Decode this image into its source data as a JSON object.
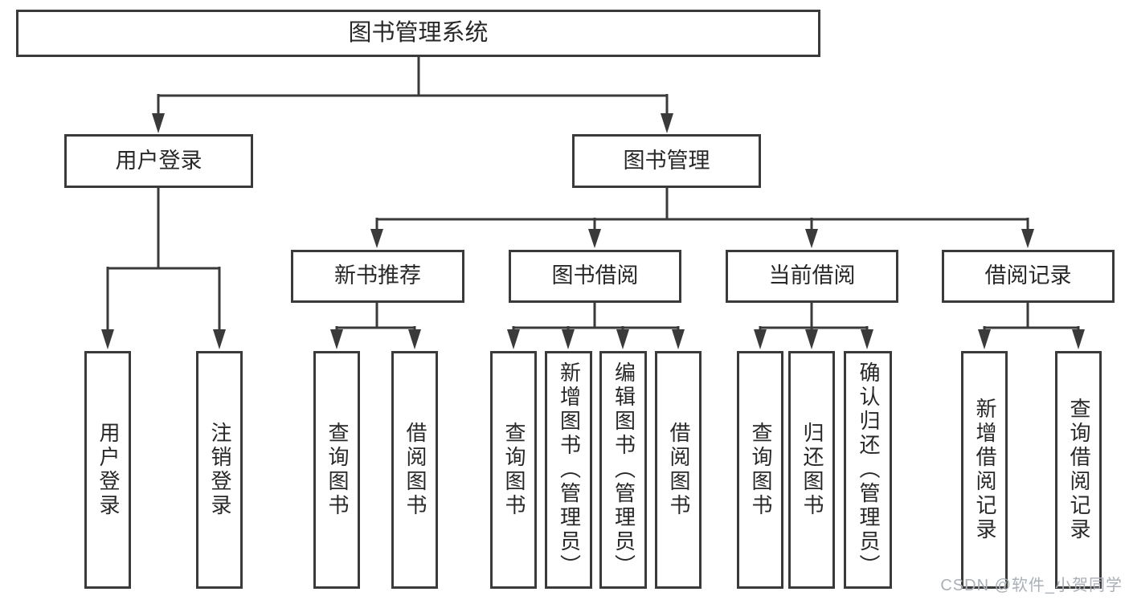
{
  "tree": {
    "label": "图书管理系统",
    "children": [
      {
        "label": "用户登录",
        "children": [
          {
            "label": "用户登录"
          },
          {
            "label": "注销登录"
          }
        ]
      },
      {
        "label": "图书管理",
        "children": [
          {
            "label": "新书推荐",
            "children": [
              {
                "label": "查询图书"
              },
              {
                "label": "借阅图书"
              }
            ]
          },
          {
            "label": "图书借阅",
            "children": [
              {
                "label": "查询图书"
              },
              {
                "label": "新增图书（管理员）"
              },
              {
                "label": "编辑图书（管理员）"
              },
              {
                "label": "借阅图书"
              }
            ]
          },
          {
            "label": "当前借阅",
            "children": [
              {
                "label": "查询图书"
              },
              {
                "label": "归还图书"
              },
              {
                "label": "确认归还（管理员）"
              }
            ]
          },
          {
            "label": "借阅记录",
            "children": [
              {
                "label": "新增借阅记录"
              },
              {
                "label": "查询借阅记录"
              }
            ]
          }
        ]
      }
    ]
  },
  "watermark": "CSDN @软件_小贺同学",
  "colors": {
    "line": "#3a3a3a",
    "text": "#282828",
    "watermark": "#aab0b8",
    "background": "#ffffff"
  }
}
